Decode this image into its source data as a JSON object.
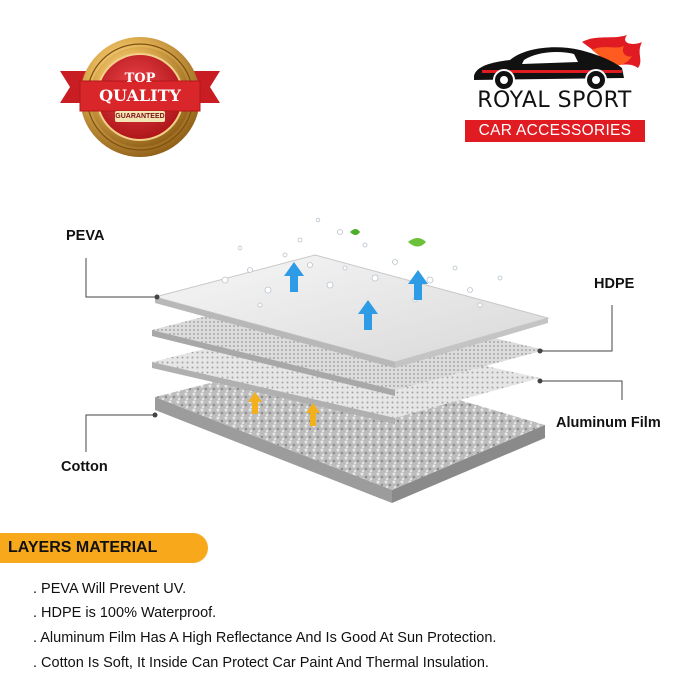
{
  "badge": {
    "line1": "TOP",
    "line2": "QUALITY",
    "line3": "GUARANTEED"
  },
  "logo": {
    "title": "ROYAL SPORT",
    "subtitle": "CAR ACCESSORIES"
  },
  "labels": {
    "peva": "PEVA",
    "hdpe": "HDPE",
    "aluminum": "Aluminum Film",
    "cotton": "Cotton"
  },
  "section": {
    "title": "LAYERS MATERIAL",
    "items": [
      ". PEVA Will Prevent UV.",
      ". HDPE is 100% Waterproof.",
      ". Aluminum Film Has A High Reflectance And Is Good At Sun Protection.",
      ". Cotton Is Soft, It Inside Can Protect Car Paint And Thermal Insulation."
    ]
  },
  "colors": {
    "badge_red": "#d9262a",
    "badge_gold": "#d9a23a",
    "logo_red": "#e01b22",
    "banner_orange": "#f7a81b",
    "arrow_blue": "#2e9be6",
    "arrow_yellow": "#f2b01e"
  }
}
